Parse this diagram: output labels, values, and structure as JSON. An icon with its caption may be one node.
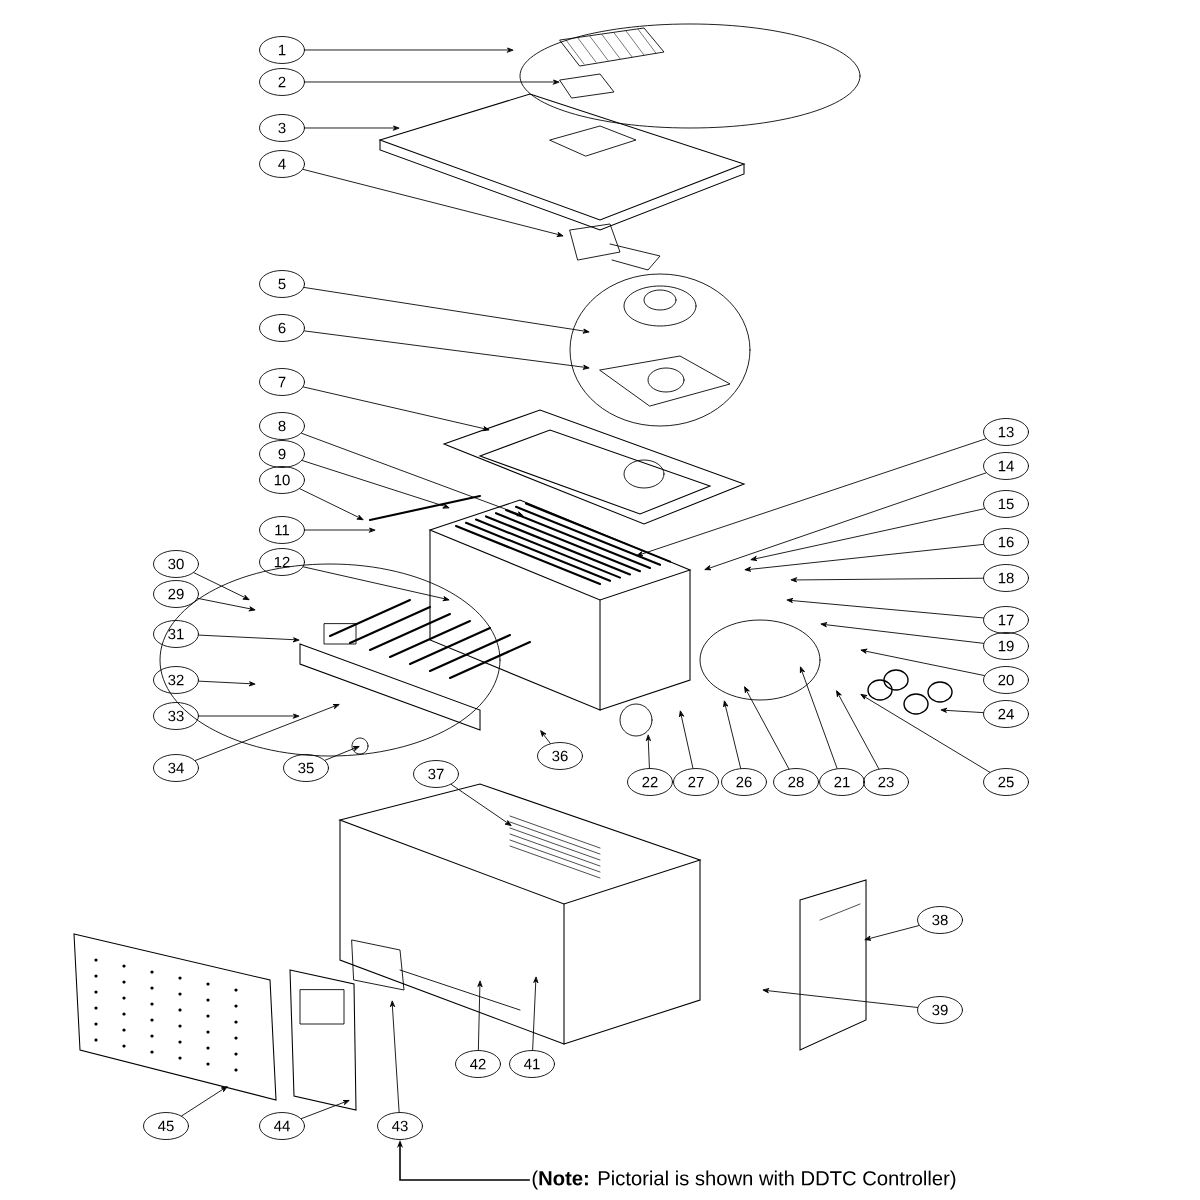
{
  "diagram": {
    "nodes": [
      {
        "text": [
          "1"
        ]
      },
      {
        "text": [
          "2"
        ]
      },
      {
        "text": [
          "3"
        ]
      },
      {
        "text": [
          "4"
        ]
      },
      {
        "text": [
          "5"
        ]
      },
      {
        "text": [
          "6"
        ]
      },
      {
        "text": [
          "7"
        ]
      },
      {
        "text": [
          "8"
        ]
      },
      {
        "text": [
          "9"
        ]
      },
      {
        "text": [
          "10"
        ]
      },
      {
        "text": [
          "11"
        ]
      },
      {
        "text": [
          "12"
        ]
      },
      {
        "text": [
          "13"
        ]
      },
      {
        "text": [
          "14"
        ]
      },
      {
        "text": [
          "15"
        ]
      },
      {
        "text": [
          "16"
        ]
      },
      {
        "text": [
          "17"
        ]
      },
      {
        "text": [
          "18"
        ]
      },
      {
        "text": [
          "19"
        ]
      },
      {
        "text": [
          "20"
        ]
      },
      {
        "text": [
          "21"
        ]
      },
      {
        "text": [
          "22"
        ]
      },
      {
        "text": [
          "23"
        ]
      },
      {
        "text": [
          "24"
        ]
      },
      {
        "text": [
          "25"
        ]
      },
      {
        "text": [
          "26"
        ]
      },
      {
        "text": [
          "27"
        ]
      },
      {
        "text": [
          "28"
        ]
      },
      {
        "text": [
          "29"
        ]
      },
      {
        "text": [
          "30"
        ]
      },
      {
        "text": [
          "31"
        ]
      },
      {
        "text": [
          "32"
        ]
      },
      {
        "text": [
          "33"
        ]
      },
      {
        "text": [
          "34"
        ]
      },
      {
        "text": [
          "35"
        ]
      },
      {
        "text": [
          "36"
        ]
      },
      {
        "text": [
          "37"
        ]
      },
      {
        "text": [
          "38"
        ]
      },
      {
        "text": [
          "39"
        ]
      },
      {
        "text": [
          "41"
        ]
      },
      {
        "text": [
          "42"
        ]
      },
      {
        "text": [
          "43"
        ]
      },
      {
        "text": [
          "44"
        ]
      },
      {
        "text": [
          "45"
        ]
      },
      {
        "text": [
          "(**Note:** Pictorial is shown with DDTC Controller)"
        ]
      }
    ],
    "edges": [
      {
        "from": 0,
        "to": null,
        "arrow": "to"
      },
      {
        "from": 1,
        "to": null,
        "arrow": "to"
      },
      {
        "from": 2,
        "to": null,
        "arrow": "to"
      },
      {
        "from": 3,
        "to": null,
        "arrow": "to"
      },
      {
        "from": 4,
        "to": null,
        "arrow": "to"
      },
      {
        "from": 5,
        "to": null,
        "arrow": "to"
      },
      {
        "from": 6,
        "to": null,
        "arrow": "to"
      },
      {
        "from": 7,
        "to": null,
        "arrow": "to"
      },
      {
        "from": 8,
        "to": null,
        "arrow": "to"
      },
      {
        "from": 9,
        "to": null,
        "arrow": "to"
      },
      {
        "from": 10,
        "to": null,
        "arrow": "to"
      },
      {
        "from": 11,
        "to": null,
        "arrow": "to"
      },
      {
        "from": 12,
        "to": null,
        "arrow": "to"
      },
      {
        "from": 13,
        "to": null,
        "arrow": "to"
      },
      {
        "from": 14,
        "to": null,
        "arrow": "to"
      },
      {
        "from": 15,
        "to": null,
        "arrow": "to"
      },
      {
        "from": 16,
        "to": null,
        "arrow": "to"
      },
      {
        "from": 17,
        "to": null,
        "arrow": "to"
      },
      {
        "from": 18,
        "to": null,
        "arrow": "to"
      },
      {
        "from": 19,
        "to": null,
        "arrow": "to"
      },
      {
        "from": 20,
        "to": null,
        "arrow": "to"
      },
      {
        "from": 21,
        "to": null,
        "arrow": "to"
      },
      {
        "from": 22,
        "to": null,
        "arrow": "to"
      },
      {
        "from": 23,
        "to": null,
        "arrow": "to"
      },
      {
        "from": 24,
        "to": null,
        "arrow": "to"
      },
      {
        "from": 25,
        "to": null,
        "arrow": "to"
      },
      {
        "from": 26,
        "to": null,
        "arrow": "to"
      },
      {
        "from": 27,
        "to": null,
        "arrow": "to"
      },
      {
        "from": 28,
        "to": null,
        "arrow": "to"
      },
      {
        "from": 29,
        "to": null,
        "arrow": "to"
      },
      {
        "from": 30,
        "to": null,
        "arrow": "to"
      },
      {
        "from": 31,
        "to": null,
        "arrow": "to"
      },
      {
        "from": 32,
        "to": null,
        "arrow": "to"
      },
      {
        "from": 33,
        "to": null,
        "arrow": "to"
      },
      {
        "from": 34,
        "to": null,
        "arrow": "to"
      },
      {
        "from": 35,
        "to": null,
        "arrow": "to"
      },
      {
        "from": 36,
        "to": null,
        "arrow": "to"
      },
      {
        "from": 37,
        "to": null,
        "arrow": "to"
      },
      {
        "from": 38,
        "to": null,
        "arrow": "to"
      },
      {
        "from": 39,
        "to": null,
        "arrow": "to"
      },
      {
        "from": 40,
        "to": null,
        "arrow": "to"
      },
      {
        "from": 41,
        "to": null,
        "arrow": "to"
      },
      {
        "from": 42,
        "to": null,
        "arrow": "to"
      },
      {
        "from": 43,
        "to": null,
        "arrow": "to"
      },
      {
        "from": 44,
        "to": 41,
        "arrow": "to"
      }
    ]
  }
}
